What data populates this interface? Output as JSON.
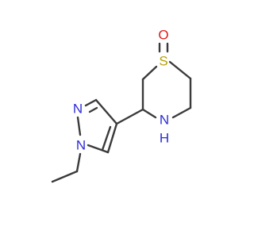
{
  "molecule": {
    "colors": {
      "bond": "#3a3a3a",
      "N": "#2c2cd8",
      "O": "#e01c1c",
      "S": "#b5a000"
    },
    "atoms": {
      "S": {
        "text": "S",
        "element": "S"
      },
      "O": {
        "text": "O",
        "element": "O"
      },
      "N1": {
        "text": "N",
        "element": "N"
      },
      "NH": {
        "text": "N",
        "element": "N"
      },
      "H": {
        "text": "H",
        "element": "N"
      },
      "N2": {
        "text": "N",
        "element": "N"
      }
    }
  }
}
